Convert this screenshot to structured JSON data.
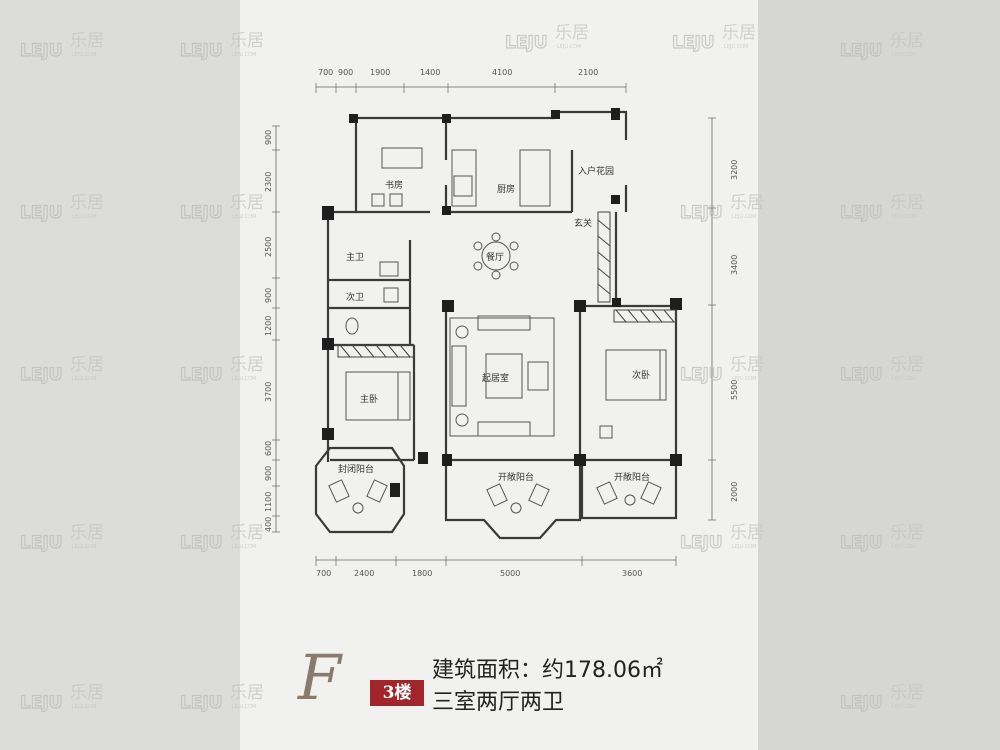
{
  "plan": {
    "dims_top": [
      "700",
      "900",
      "1900",
      "1400",
      "4100",
      "2100"
    ],
    "dims_bottom": [
      "700",
      "2400",
      "1800",
      "5000",
      "3600"
    ],
    "dims_left": [
      "900",
      "2300",
      "2500",
      "900",
      "1200",
      "3700",
      "600",
      "900",
      "1100",
      "400"
    ],
    "dims_right": [
      "3200",
      "3400",
      "5500",
      "2000"
    ],
    "rooms": {
      "study": "书房",
      "kitchen": "厨房",
      "entry_garden": "入户花园",
      "foyer": "玄关",
      "dining": "餐厅",
      "master_bath": "主卫",
      "second_bath": "次卫",
      "living": "起居室",
      "master_bed": "主卧",
      "second_bed": "次卧",
      "closed_balcony": "封闭阳台",
      "open_balcony_1": "开敞阳台",
      "open_balcony_2": "开敞阳台"
    }
  },
  "footer": {
    "type_letter": "F",
    "floor": "3楼",
    "area": "建筑面积：约178.06㎡",
    "layout": "三室两厅两卫"
  },
  "watermark": {
    "logo": "LEJU",
    "cn": "乐居",
    "sub": "LEJU.COM"
  }
}
